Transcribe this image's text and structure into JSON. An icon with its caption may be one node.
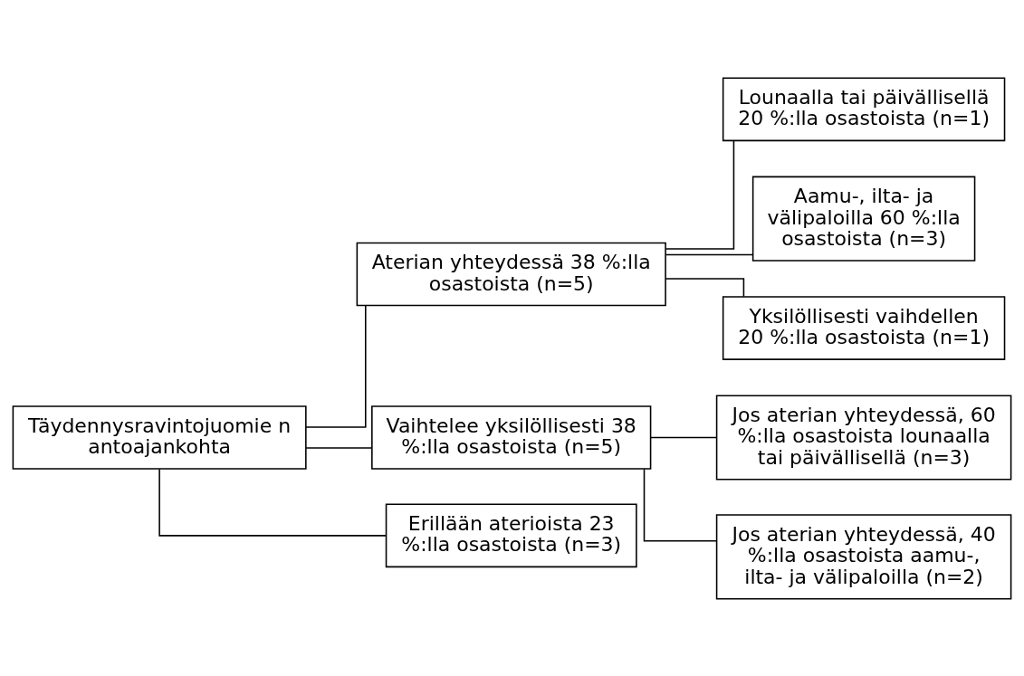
{
  "diagram": {
    "nodes": [
      {
        "text": [
          "Täydennysravintojuomie n antoajankohta"
        ]
      },
      {
        "text": [
          "Aterian yhteydessä 38 %:lla osastoista (n=5)"
        ]
      },
      {
        "text": [
          "Vaihtelee yksilöllisesti 38 %:lla osastoista (n=5)"
        ]
      },
      {
        "text": [
          "Erillään aterioista 23 %:lla osastoista (n=3)"
        ]
      },
      {
        "text": [
          "Lounaalla tai päivällisellä 20 %:lla osastoista (n=1)"
        ]
      },
      {
        "text": [
          "Aamu-, ilta- ja välipaloilla 60 %:lla osastoista (n=3)"
        ]
      },
      {
        "text": [
          "Yksilöllisesti vaihdellen 20 %:lla osastoista (n=1)"
        ]
      },
      {
        "text": [
          "Jos aterian yhteydessä, 60 %:lla osastoista lounaalla tai päivällisellä (n=3)"
        ]
      },
      {
        "text": [
          "Jos aterian yhteydessä, 40 %:lla osastoista aamu-, ilta- ja välipaloilla (n=2)"
        ]
      }
    ],
    "edges": [
      {
        "from": 0,
        "to": 1,
        "arrow": "none"
      },
      {
        "from": 0,
        "to": 2,
        "arrow": "none"
      },
      {
        "from": 0,
        "to": 3,
        "arrow": "none"
      },
      {
        "from": 1,
        "to": 4,
        "arrow": "none"
      },
      {
        "from": 1,
        "to": 5,
        "arrow": "none"
      },
      {
        "from": 1,
        "to": 6,
        "arrow": "none"
      },
      {
        "from": 2,
        "to": 7,
        "arrow": "none"
      },
      {
        "from": 2,
        "to": 8,
        "arrow": "none"
      }
    ]
  }
}
